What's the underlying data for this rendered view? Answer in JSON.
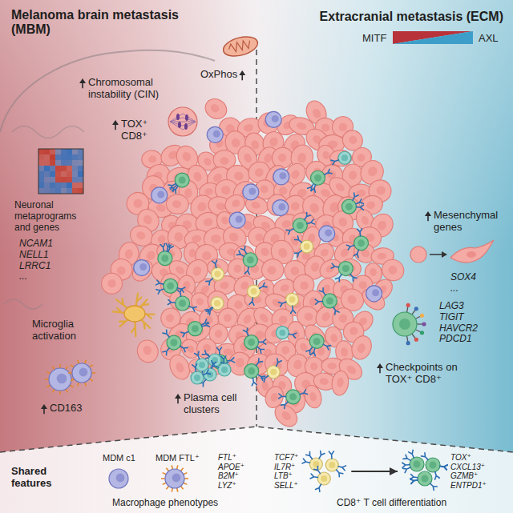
{
  "diagram": {
    "nodes": [
      {
        "text": [
          "Melanoma brain metastasis (MBM)"
        ]
      },
      {
        "text": [
          "Extracranial metastasis (ECM)"
        ]
      },
      {
        "text": [
          "Shared features"
        ]
      },
      {
        "text": [
          "TCF7⁺ IL7R⁺ LTB⁺ SELL⁺"
        ],
        "in": 2
      },
      {
        "text": [
          "TOX⁺ CXCL13⁺ GZMB⁺ ENTPD1⁺"
        ],
        "in": 2
      }
    ],
    "edges": [
      {
        "from": 3,
        "to": 4,
        "arrow": "to"
      }
    ],
    "labels": [
      "Chromosomal instability (CIN)",
      "OxPhos",
      "TOX⁺ CD8⁺",
      "Neuronal metaprograms and genes",
      "NCAM1 NELL1 LRRC1 ...",
      "Microglia activation",
      "CD163",
      "Plasma cell clusters",
      "MITF",
      "AXL",
      "Mesenchymal genes",
      "SOX4 ...",
      "LAG3 TIGIT HAVCR2 PDCD1",
      "Checkpoints on TOX⁺ CD8⁺",
      "MDM c1",
      "MDM FTL⁺",
      "FTL⁺ APOE⁺ B2M⁺ LYZ⁺",
      "Macrophage phenotypes",
      "CD8⁺ T cell differentiation"
    ]
  }
}
